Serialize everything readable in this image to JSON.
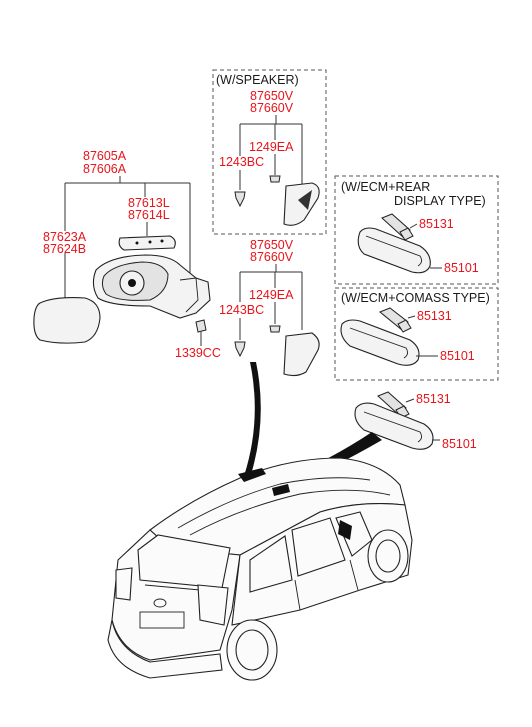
{
  "boxes": {
    "speaker": "(W/SPEAKER)",
    "ecm_rear_line1": "(W/ECM+REAR",
    "ecm_rear_line2": "DISPLAY TYPE)",
    "ecm_compass": "(W/ECM+COMASS TYPE)"
  },
  "labels": {
    "p87605A": "87605A",
    "p87606A": "87606A",
    "p87623A": "87623A",
    "p87624B": "87624B",
    "p87613L": "87613L",
    "p87614L": "87614L",
    "p1339CC": "1339CC",
    "spk_87650V": "87650V",
    "spk_87660V": "87660V",
    "spk_1249EA": "1249EA",
    "spk_1243BC": "1243BC",
    "std_87650V": "87650V",
    "std_87660V": "87660V",
    "std_1249EA": "1249EA",
    "std_1243BC": "1243BC",
    "rear_85131": "85131",
    "rear_85101": "85101",
    "comp_85131": "85131",
    "comp_85101": "85101",
    "base_85131": "85131",
    "base_85101": "85101"
  },
  "colors": {
    "part_number": "#e8141b",
    "line": "#333333",
    "header_text": "#1a1a1a"
  }
}
